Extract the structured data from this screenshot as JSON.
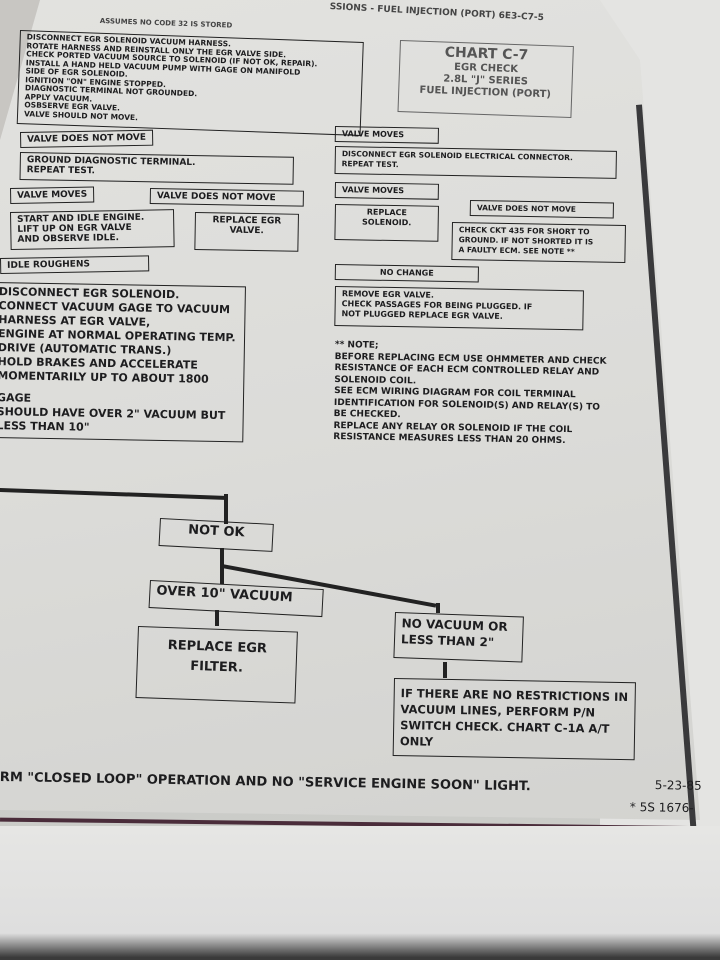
{
  "header": {
    "section_title": "SSIONS - FUEL INJECTION (PORT) 6E3-C7-5",
    "assumption": "ASSUMES NO CODE 32 IS STORED"
  },
  "chart_title": {
    "title": "CHART C-7",
    "subtitle": "EGR CHECK",
    "series": "2.8L \"J\" SERIES",
    "system": "FUEL INJECTION (PORT)"
  },
  "steps": {
    "initial": [
      "DISCONNECT EGR SOLENOID VACUUM HARNESS.",
      "ROTATE HARNESS AND REINSTALL ONLY THE EGR VALVE SIDE.",
      "CHECK PORTED VACUUM SOURCE TO SOLENOID (IF NOT OK, REPAIR).",
      "INSTALL A HAND HELD VACUUM PUMP WITH GAGE ON MANIFOLD",
      "SIDE OF EGR SOLENOID.",
      "IGNITION \"ON\" ENGINE STOPPED.",
      "DIAGNOSTIC TERMINAL NOT GROUNDED.",
      "APPLY VACUUM.",
      "OSBSERVE EGR VALVE.",
      "VALVE SHOULD NOT MOVE."
    ],
    "valve_does_not_move_1": "VALVE DOES NOT MOVE",
    "ground_diag": [
      "GROUND DIAGNOSTIC TERMINAL.",
      "REPEAT TEST."
    ],
    "valve_moves_left": "VALVE MOVES",
    "valve_does_not_move_2": "VALVE DOES NOT MOVE",
    "start_idle": [
      "START AND IDLE ENGINE.",
      "LIFT UP ON EGR VALVE",
      "AND OBSERVE IDLE."
    ],
    "replace_egr_valve": [
      "REPLACE EGR",
      "VALVE."
    ],
    "idle_roughens": "IDLE ROUGHENS",
    "vacuum_gage_steps": [
      "DISCONNECT EGR SOLENOID.",
      "CONNECT VACUUM GAGE TO VACUUM",
      "HARNESS AT EGR VALVE,",
      "ENGINE AT NORMAL OPERATING TEMP.",
      "DRIVE (AUTOMATIC TRANS.)",
      "HOLD BRAKES AND ACCELERATE",
      "MOMENTARILY UP TO ABOUT 1800",
      "",
      "GAGE",
      "SHOULD HAVE OVER 2\" VACUUM BUT",
      "LESS THAN 10\""
    ],
    "valve_moves_right": "VALVE MOVES",
    "disconnect_solenoid": [
      "DISCONNECT EGR SOLENOID ELECTRICAL CONNECTOR.",
      "REPEAT TEST."
    ],
    "valve_moves_right_2": "VALVE MOVES",
    "replace_solenoid": [
      "REPLACE",
      "SOLENOID."
    ],
    "valve_does_not_move_3": "VALVE DOES NOT MOVE",
    "check_ckt": [
      "CHECK CKT 435 FOR SHORT TO",
      "GROUND. IF NOT SHORTED IT IS",
      "A FAULTY ECM. SEE NOTE **"
    ],
    "no_change": "NO CHANGE",
    "remove_valve": [
      "REMOVE EGR VALVE.",
      "CHECK PASSAGES FOR BEING PLUGGED. IF",
      "NOT PLUGGED REPLACE EGR VALVE."
    ],
    "note": [
      "** NOTE;",
      "BEFORE REPLACING ECM USE OHMMETER AND CHECK",
      "RESISTANCE OF EACH ECM CONTROLLED RELAY AND",
      "SOLENOID COIL.",
      "SEE ECM WIRING DIAGRAM FOR COIL TERMINAL",
      "IDENTIFICATION FOR SOLENOID(S) AND RELAY(S) TO",
      "BE CHECKED.",
      "REPLACE ANY RELAY OR SOLENOID IF THE COIL",
      "RESISTANCE MEASURES LESS THAN 20 OHMS."
    ],
    "not_ok": "NOT OK",
    "over_10": "OVER 10\" VACUUM",
    "replace_filter": [
      "REPLACE EGR",
      "FILTER."
    ],
    "no_vacuum": [
      "NO VACUUM OR",
      "LESS THAN 2\""
    ],
    "pn_check": [
      "IF THERE ARE NO RESTRICTIONS IN",
      "VACUUM LINES, PERFORM P/N",
      "SWITCH CHECK. CHART C-1A A/T",
      "ONLY"
    ]
  },
  "footer": {
    "bottom_line": "RM \"CLOSED LOOP\" OPERATION AND NO \"SERVICE ENGINE SOON\" LIGHT.",
    "date": "5-23-85",
    "code": "* 5S 1676-"
  }
}
